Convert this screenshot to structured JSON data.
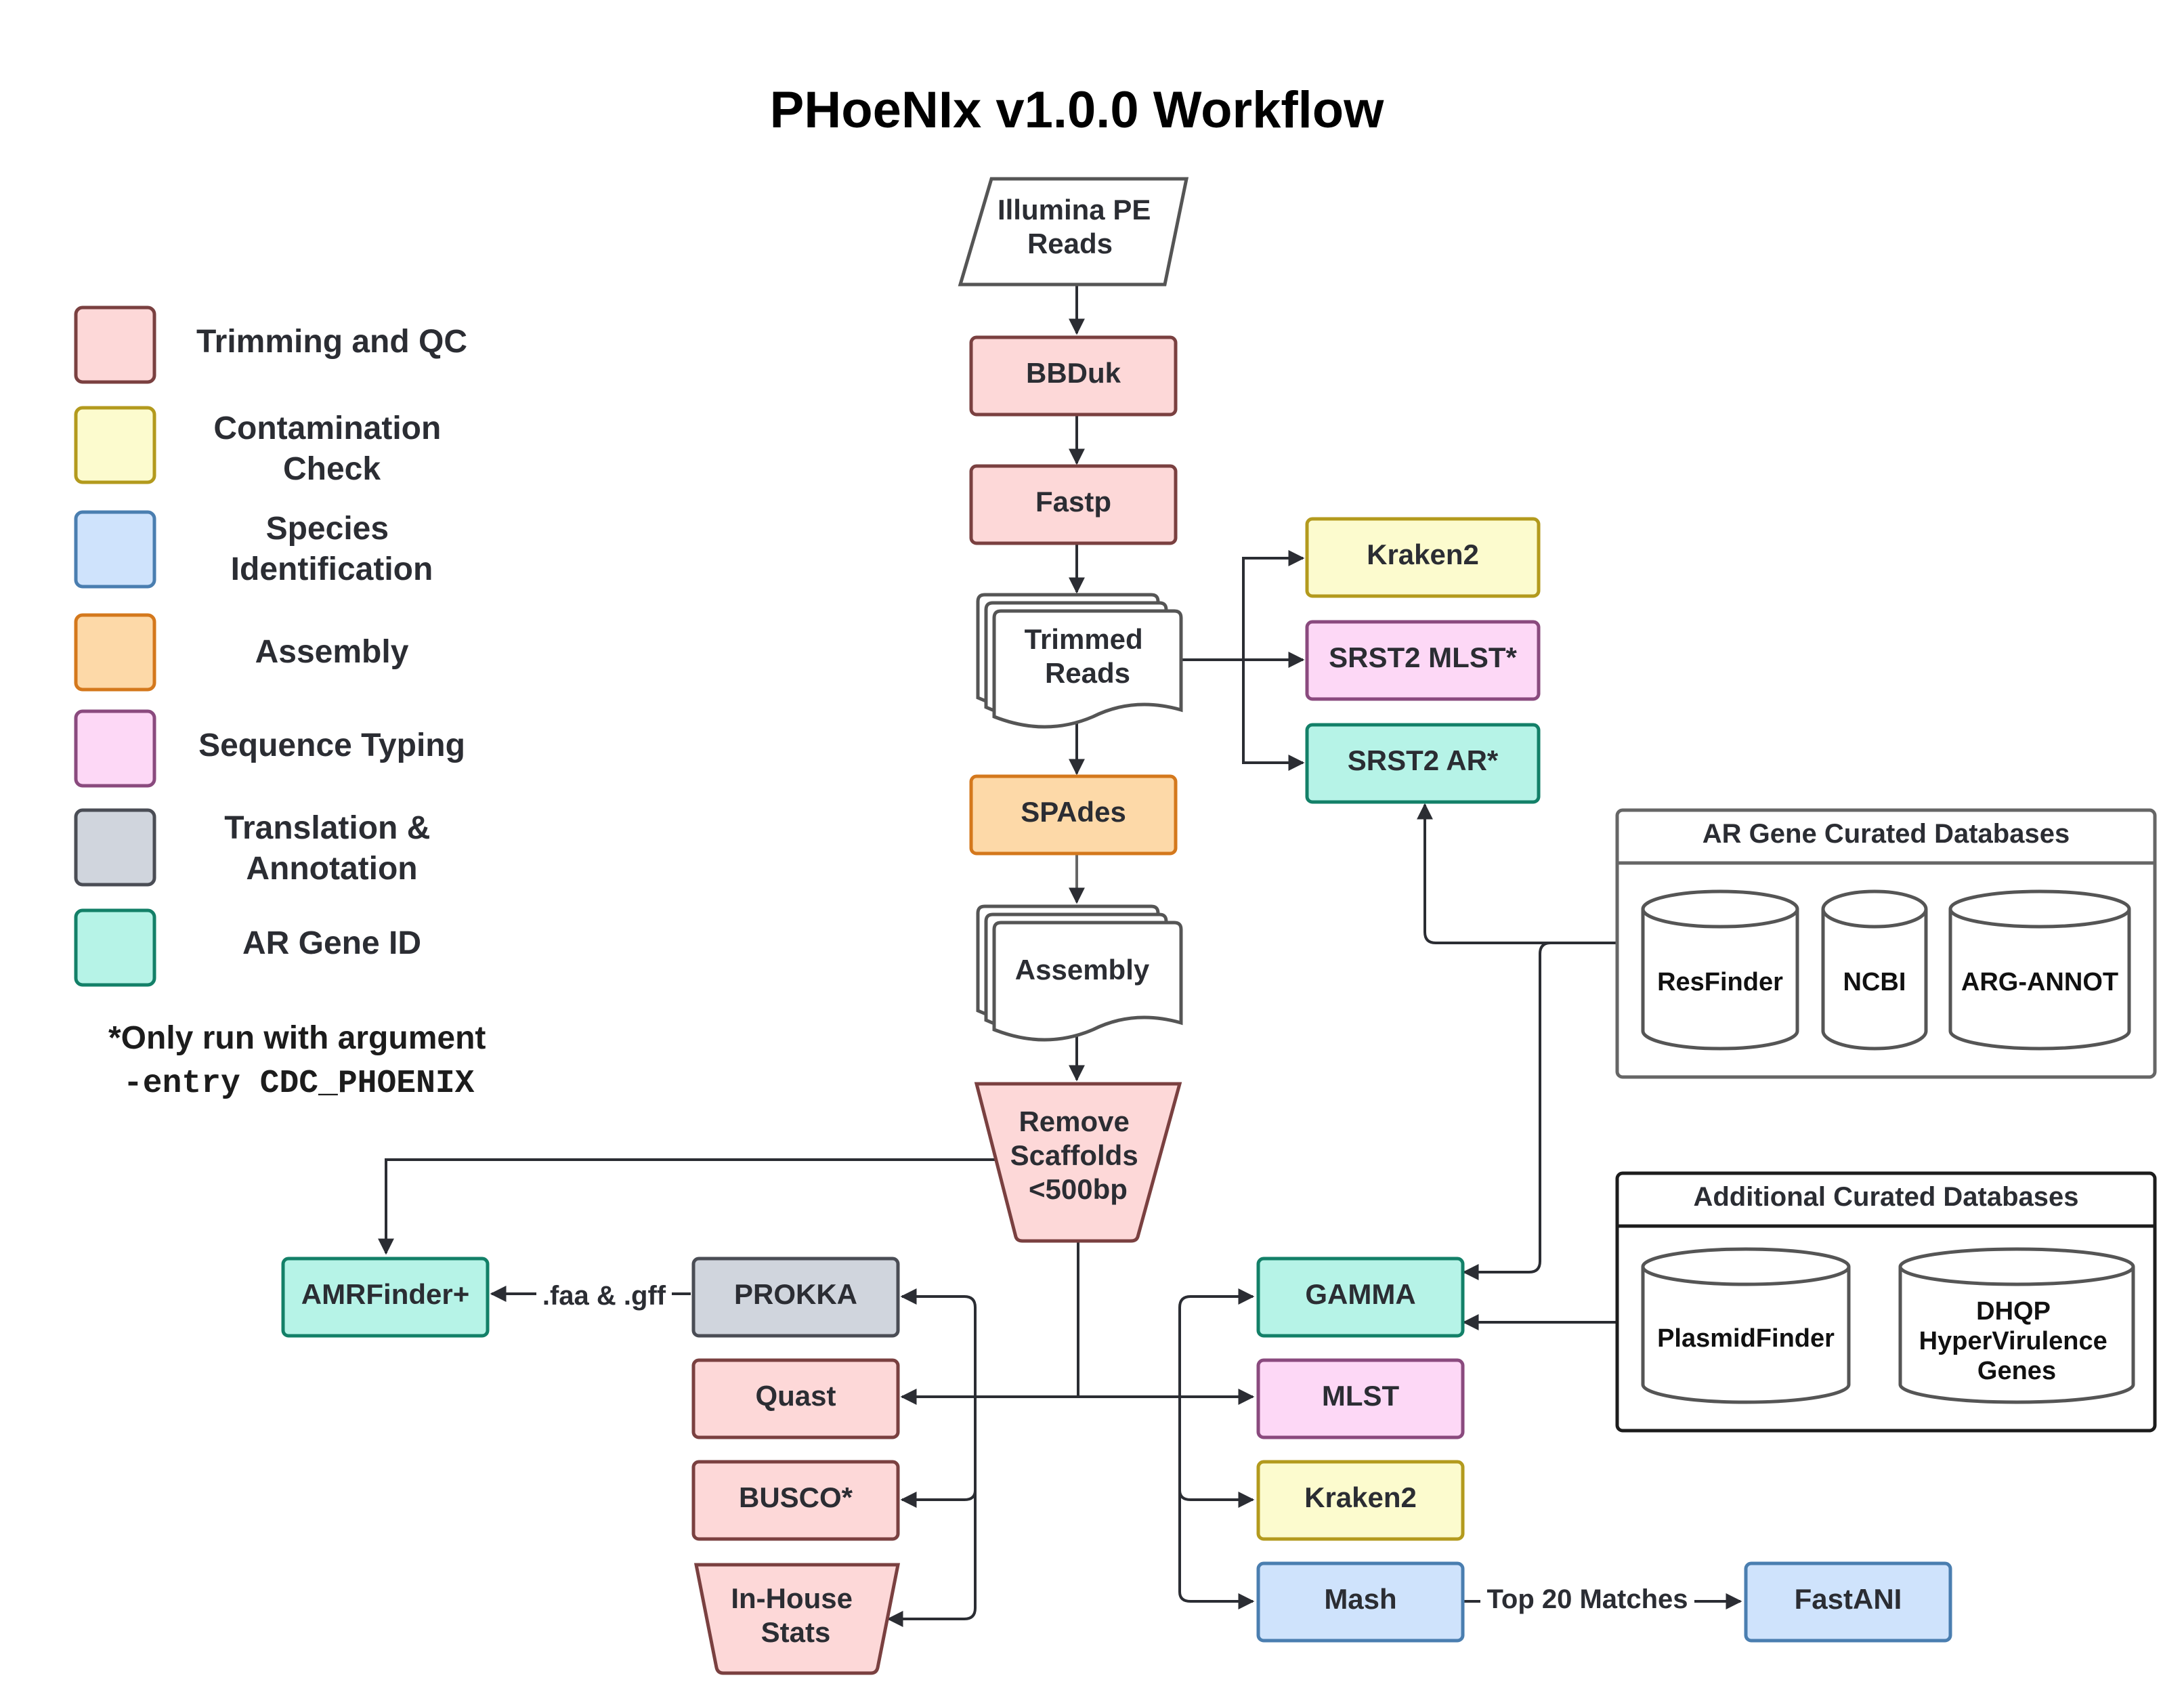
{
  "title": "PHoeNIx v1.0.0 Workflow",
  "colors": {
    "trimming": {
      "fill": "#fdd8d8",
      "stroke": "#7a4040"
    },
    "contamination": {
      "fill": "#fcfbce",
      "stroke": "#b39a1d"
    },
    "species": {
      "fill": "#cfe3fc",
      "stroke": "#4a7eb0"
    },
    "assembly": {
      "fill": "#fdd9a8",
      "stroke": "#d4781c"
    },
    "typing": {
      "fill": "#fdd8f6",
      "stroke": "#8a4a7e"
    },
    "annotation": {
      "fill": "#d0d5dd",
      "stroke": "#4a4d55"
    },
    "argene": {
      "fill": "#b6f3e7",
      "stroke": "#138068"
    },
    "line": "#2b2d33"
  },
  "legend": {
    "items": [
      {
        "label": "Trimming and QC",
        "color": "trimming"
      },
      {
        "label": "Contamination Check",
        "color": "contamination"
      },
      {
        "label": "Species Identification",
        "color": "species"
      },
      {
        "label": "Assembly",
        "color": "assembly"
      },
      {
        "label": "Sequence Typing",
        "color": "typing"
      },
      {
        "label": "Translation & Annotation",
        "color": "annotation"
      },
      {
        "label": "AR Gene ID",
        "color": "argene"
      }
    ],
    "note_line1": "*Only run with argument",
    "note_line2": "-entry CDC_PHOENIX"
  },
  "nodes": {
    "input": "Illumina PE Reads",
    "bbduk": "BBDuk",
    "fastp": "Fastp",
    "trimmed": "Trimmed Reads",
    "kraken2_reads": "Kraken2",
    "srst2_mlst": "SRST2 MLST*",
    "srst2_ar": "SRST2 AR*",
    "spades": "SPAdes",
    "assembly": "Assembly",
    "remove_scaffolds": "Remove Scaffolds <500bp",
    "amrfinder": "AMRFinder+",
    "prokka": "PROKKA",
    "quast": "Quast",
    "busco": "BUSCO*",
    "inhouse": "In-House Stats",
    "gamma": "GAMMA",
    "mlst": "MLST",
    "kraken2_asm": "Kraken2",
    "mash": "Mash",
    "fastani": "FastANI"
  },
  "edge_labels": {
    "prokka_to_amrfinder": ".faa & .gff",
    "mash_to_fastani": "Top 20 Matches"
  },
  "databases": {
    "ar_gene": {
      "title": "AR Gene Curated Databases",
      "items": [
        "ResFinder",
        "NCBI",
        "ARG-ANNOT"
      ]
    },
    "additional": {
      "title": "Additional Curated Databases",
      "items": [
        "PlasmidFinder",
        "DHQP HyperVirulence Genes"
      ]
    }
  }
}
